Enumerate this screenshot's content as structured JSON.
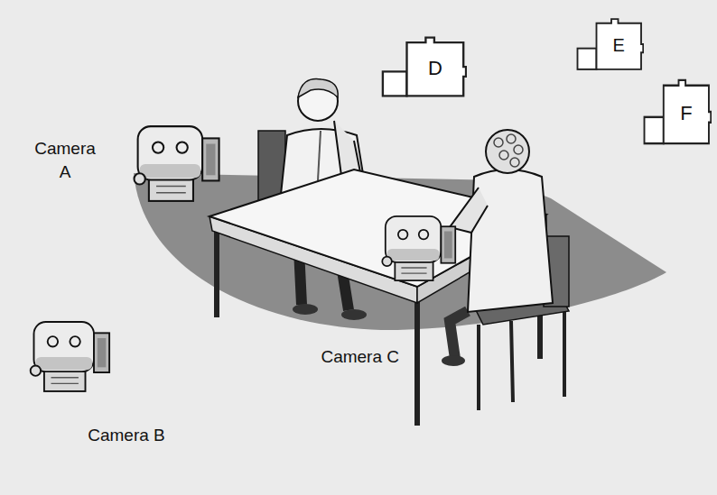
{
  "diagram": {
    "nodes": [
      {
        "text": [
          "D"
        ]
      },
      {
        "text": [
          "E"
        ]
      },
      {
        "text": [
          "F"
        ]
      },
      {
        "text": [
          "Camera A"
        ]
      },
      {
        "text": [
          "Camera C"
        ]
      },
      {
        "text": [
          "Camera B"
        ]
      }
    ]
  }
}
